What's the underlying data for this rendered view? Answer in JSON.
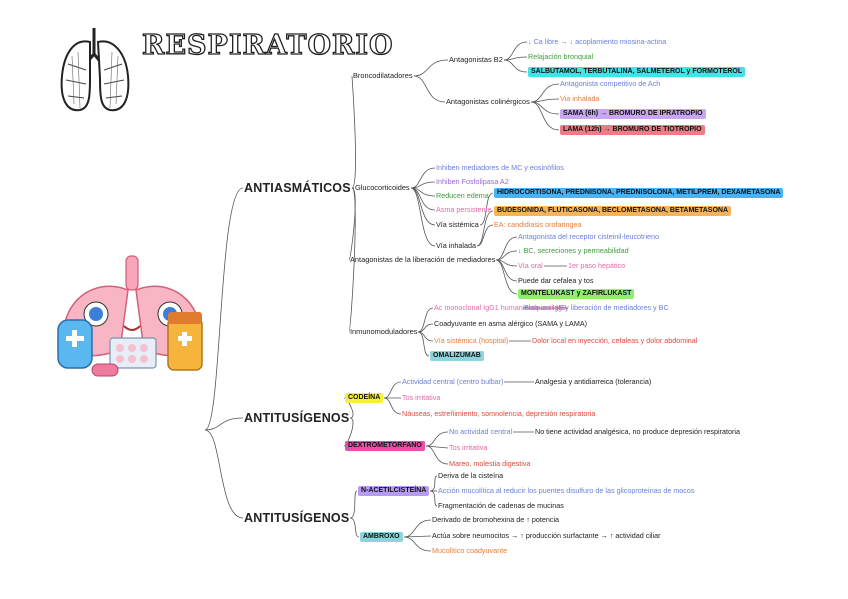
{
  "title": "RESPIRATORIO",
  "icons": [
    "lungs-sketch-icon",
    "cartoon-lungs-pills-illustration"
  ],
  "nodes": [
    {
      "id": "antiasmaticos",
      "text": "ANTIASMÁTICOS",
      "style": "main",
      "parent": "root"
    },
    {
      "id": "antitusigenos1",
      "text": "ANTITUSÍGENOS",
      "style": "main",
      "parent": "root"
    },
    {
      "id": "antitusigenos2",
      "text": "ANTITUSÍGENOS",
      "style": "main",
      "parent": "root"
    },
    {
      "id": "broncodilatadores",
      "text": "Broncodilatadores",
      "style": "mid",
      "parent": "antiasmaticos"
    },
    {
      "id": "b2",
      "text": "Antagonistas B2",
      "style": "mid",
      "parent": "broncodilatadores"
    },
    {
      "id": "b2_1",
      "text": "↓ Ca libre → ↓ acoplamiento miosina-actina",
      "color": "c-blue",
      "parent": "b2"
    },
    {
      "id": "b2_2",
      "text": "Relajación bronquial",
      "color": "c-green",
      "parent": "b2"
    },
    {
      "id": "b2_3",
      "text": "SALBUTAMOL, TERBUTALINA, SALMETEROL y FORMOTEROL",
      "pill": "b-cyan",
      "parent": "b2"
    },
    {
      "id": "colin",
      "text": "Antagonistas colinérgicos",
      "style": "mid",
      "parent": "broncodilatadores"
    },
    {
      "id": "colin_1",
      "text": "Antagonista competitivo de Ach",
      "color": "c-blue",
      "parent": "colin"
    },
    {
      "id": "colin_2",
      "text": "Via inhalada",
      "color": "c-orange",
      "parent": "colin"
    },
    {
      "id": "colin_3",
      "text": "SAMA (6h) → BROMURO DE IPRATROPIO",
      "pill": "b-purple",
      "parent": "colin"
    },
    {
      "id": "colin_4",
      "text": "LAMA (12h) → BROMURO DE TIOTROPIO",
      "pill": "b-red",
      "parent": "colin"
    },
    {
      "id": "gluco",
      "text": "Glucocorticoides",
      "style": "mid",
      "parent": "antiasmaticos"
    },
    {
      "id": "gluco_1",
      "text": "Inhiben mediadores de MC y eosinófilos",
      "color": "c-blue",
      "parent": "gluco"
    },
    {
      "id": "gluco_2",
      "text": "Inhiben Fosfolipasa A2",
      "color": "c-purple",
      "parent": "gluco"
    },
    {
      "id": "gluco_3",
      "text": "Reducen edema",
      "color": "c-green",
      "parent": "gluco"
    },
    {
      "id": "gluco_4",
      "text": "Asma persistente",
      "color": "c-pink",
      "parent": "gluco"
    },
    {
      "id": "gluco_5",
      "text": "Vía sistémica",
      "color": "c-dark",
      "parent": "gluco"
    },
    {
      "id": "gluco_5a",
      "text": "HIDROCORTISONA, PREDNISONA, PREDNISOLONA, METILPREM, DEXAMETASONA",
      "pill": "b-blue",
      "parent": "gluco_5"
    },
    {
      "id": "gluco_6",
      "text": "Vía inhalada",
      "color": "c-dark",
      "parent": "gluco"
    },
    {
      "id": "gluco_6a",
      "text": "BUDESONIDA, FLUTICASONA, BECLOMETASONA, BETAMETASONA",
      "pill": "b-orange",
      "parent": "gluco_6"
    },
    {
      "id": "gluco_6b",
      "text": "EA: candidiasis orofaringea",
      "color": "c-orange",
      "parent": "gluco_6"
    },
    {
      "id": "leuco",
      "text": "Antagonistas de la liberación de mediadores",
      "style": "mid",
      "parent": "antiasmaticos"
    },
    {
      "id": "leuco_1",
      "text": "Antagonista del receptor cisteinil-leucotrieno",
      "color": "c-blue",
      "parent": "leuco"
    },
    {
      "id": "leuco_2",
      "text": "↓ BC, secreciones y permeabilidad",
      "color": "c-green",
      "parent": "leuco"
    },
    {
      "id": "leuco_3",
      "text": "Vía oral",
      "color": "c-pink",
      "parent": "leuco"
    },
    {
      "id": "leuco_3a",
      "text": "1er paso hepático",
      "color": "c-pink",
      "parent": "leuco_3"
    },
    {
      "id": "leuco_4",
      "text": "Puede dar cefalea y tos",
      "color": "c-dark",
      "parent": "leuco"
    },
    {
      "id": "leuco_5",
      "text": "MONTELUKAST y ZAFIRLUKAST",
      "pill": "b-green",
      "parent": "leuco"
    },
    {
      "id": "inmuno",
      "text": "Inmunomoduladores",
      "style": "mid",
      "parent": "antiasmaticos"
    },
    {
      "id": "inmuno_1",
      "text": "Ac monoclonal IgG1 humanizado anti-IgE",
      "color": "c-pink",
      "parent": "inmuno"
    },
    {
      "id": "inmuno_1a",
      "text": "Bloquea IgE y liberación de mediadores y BC",
      "color": "c-blue",
      "parent": "inmuno_1"
    },
    {
      "id": "inmuno_2",
      "text": "Coadyuvante en asma alérgico (SAMA y LAMA)",
      "color": "c-dark",
      "parent": "inmuno"
    },
    {
      "id": "inmuno_3",
      "text": "Vía sistémica (hospital)",
      "color": "c-orange",
      "parent": "inmuno"
    },
    {
      "id": "inmuno_3a",
      "text": "Dolor local en inyección, cefaleas y dolor abdominal",
      "color": "c-red",
      "parent": "inmuno_3"
    },
    {
      "id": "inmuno_4",
      "text": "OMALIZUMAB",
      "pill": "b-teal",
      "parent": "inmuno"
    },
    {
      "id": "codeina",
      "text": "CODEÍNA",
      "pill": "b-yellow",
      "parent": "antitusigenos1"
    },
    {
      "id": "codeina_1",
      "text": "Actividad central (centro bulbar)",
      "color": "c-blue",
      "parent": "codeina"
    },
    {
      "id": "codeina_1a",
      "text": "Analgesia y antidiarreica (tolerancia)",
      "color": "c-dark",
      "parent": "codeina_1"
    },
    {
      "id": "codeina_2",
      "text": "Tos irritativa",
      "color": "c-pink",
      "parent": "codeina"
    },
    {
      "id": "codeina_3",
      "text": "Náuseas, estreñimiento, somnolencia, depresión respiratoria",
      "color": "c-red",
      "parent": "codeina"
    },
    {
      "id": "dextro",
      "text": "DEXTROMETORFANO",
      "pill": "b-magenta",
      "parent": "antitusigenos1"
    },
    {
      "id": "dextro_1",
      "text": "No actividad central",
      "color": "c-blue",
      "parent": "dextro"
    },
    {
      "id": "dextro_1a",
      "text": "No tiene actividad analgésica, no produce depresión respiratoria",
      "color": "c-dark",
      "parent": "dextro_1"
    },
    {
      "id": "dextro_2",
      "text": "Tos irritativa",
      "color": "c-pink",
      "parent": "dextro"
    },
    {
      "id": "dextro_3",
      "text": "Mareo, molestia digestiva",
      "color": "c-red",
      "parent": "dextro"
    },
    {
      "id": "nacetil",
      "text": "N-ACETILCISTEÍNA",
      "pill": "b-lav",
      "parent": "antitusigenos2"
    },
    {
      "id": "nacetil_1",
      "text": "Deriva de la cisteína",
      "color": "c-dark",
      "parent": "nacetil"
    },
    {
      "id": "nacetil_2",
      "text": "Acción mucolítica al reducir los puentes disulfuro de las glicoproteínas de mocos",
      "color": "c-blue",
      "parent": "nacetil"
    },
    {
      "id": "nacetil_3",
      "text": "Fragmentación de cadenas de mucinas",
      "color": "c-dark",
      "parent": "nacetil"
    },
    {
      "id": "ambroxo",
      "text": "AMBROXO",
      "pill": "b-teal",
      "parent": "antitusigenos2"
    },
    {
      "id": "ambroxo_1",
      "text": "Derivado de bromohexina de ↑ potencia",
      "color": "c-dark",
      "parent": "ambroxo"
    },
    {
      "id": "ambroxo_2",
      "text": "Actúa sobre neumocitos → ↑ producción surfactante → ↑ actividad ciliar",
      "color": "c-dark",
      "parent": "ambroxo"
    },
    {
      "id": "ambroxo_3",
      "text": "Mucolítico coadyuvante",
      "color": "c-orange",
      "parent": "ambroxo"
    }
  ]
}
